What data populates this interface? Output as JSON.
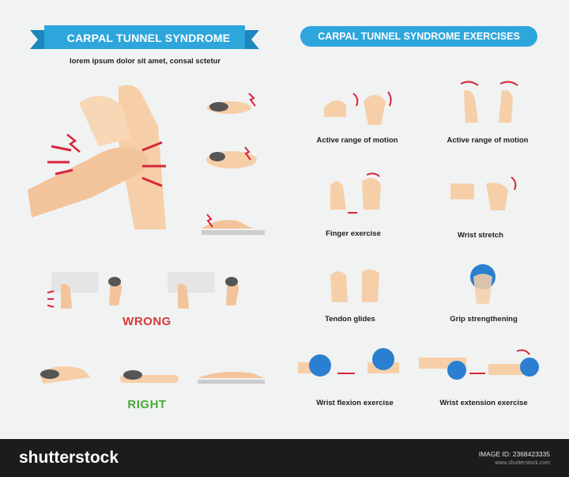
{
  "left_title": "CARPAL TUNNEL SYNDROME",
  "subtitle": "lorem ipsum dolor sit amet, consal sctetur",
  "right_title": "CARPAL TUNNEL SYNDROME EXERCISES",
  "wrong_label": "WRONG",
  "right_label": "RIGHT",
  "exercises": [
    "Active range of motion",
    "Active range of motion",
    "Finger exercise",
    "Wrist stretch",
    "Tendon glides",
    "Grip strengthening",
    "Wrist flexion exercise",
    "Wrist extension exercise"
  ],
  "footer": {
    "brand": "shutterstock",
    "image_id": "IMAGE ID: 2368423335",
    "url": "www.shutterstock.com"
  },
  "colors": {
    "accent_blue": "#2ea6dc",
    "skin": "#f6cfa8",
    "pain_red": "#d7263d",
    "wrong_red": "#d43a3a",
    "right_green": "#49a93a",
    "ball_blue": "#2a7fd0"
  }
}
